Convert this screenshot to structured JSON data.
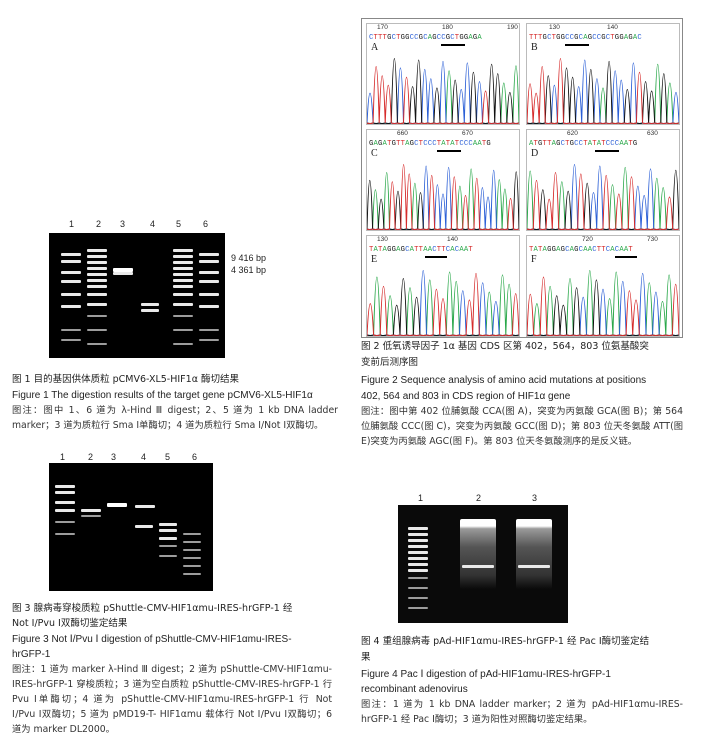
{
  "fig1": {
    "lanes": [
      "1",
      "2",
      "3",
      "4",
      "5",
      "6"
    ],
    "markers": [
      "9 416 bp",
      "4 361 bp"
    ],
    "caption_zh": "图 1   目的基因供体质粒 pCMV6-XL5-HIF1α 酶切结果",
    "caption_en": "Figure 1    The digestion results of the target gene pCMV6-XL5-HIF1α",
    "note": "图注：图中 1、6 道为 λ-Hind Ⅲ digest；2、5 道为 1 kb DNA ladder marker；3 道为质粒行 Sma Ⅰ单酶切；4 道为质粒行 Sma Ⅰ/Not Ⅰ双酶切。"
  },
  "fig2": {
    "panels": [
      {
        "label": "A",
        "nums": [
          "170",
          "180",
          "190"
        ],
        "seq": "CTTTGCTGGCCGCAGCCGCTGGAGA"
      },
      {
        "label": "B",
        "nums": [
          "130",
          "140"
        ],
        "seq": "TTTGCTGGCCGCAGCCGCTGGAGAC"
      },
      {
        "label": "C",
        "nums": [
          "660",
          "670"
        ],
        "seq": "GAGATGTTAGCTCCCTATATCCCAATG"
      },
      {
        "label": "D",
        "nums": [
          "620",
          "630"
        ],
        "seq": "ATGTTAGCTGCCTATATCCCAATG"
      },
      {
        "label": "E",
        "nums": [
          "130",
          "140"
        ],
        "seq": "TATAGGAGCATTAACTTCACAAT"
      },
      {
        "label": "F",
        "nums": [
          "720",
          "730"
        ],
        "seq": "TATAGGAGCAGCAACTTCACAAT"
      }
    ],
    "caption_zh_1": "图 2   低氧诱导因子 1α 基因 CDS 区第 402，564，803 位氨基酸突",
    "caption_zh_2": "变前后测序图",
    "caption_en_1": "Figure 2    Sequence analysis of amino acid mutations at positions",
    "caption_en_2": "402, 564 and 803 in CDS region of HIF1α gene",
    "note": "图注：图中第 402 位脯氨酸 CCA(图 A)，突变为丙氨酸 GCA(图 B)；第 564 位脯氨酸 CCC(图 C)，突变为丙氨酸 GCC(图 D)；第 803 位天冬氨酸 ATT(图 E)突变为丙氨酸 AGC(图 F)。第 803 位天冬氨酸测序的是反义链。"
  },
  "fig3": {
    "lanes": [
      "1",
      "2",
      "3",
      "4",
      "5",
      "6"
    ],
    "caption_zh_1": "图 3   腺病毒穿梭质粒 pShuttle-CMV-HIF1αmu-IRES-hrGFP-1 经",
    "caption_zh_2": "Not Ⅰ/Pvu Ⅰ双酶切鉴定结果",
    "caption_en_1": "Figure 3    Not Ⅰ/Pvu Ⅰ digestion of pShuttle-CMV-HIF1αmu-IRES-",
    "caption_en_2": "hrGFP-1",
    "note": "图注：1 道为 marker λ-Hind Ⅲ digest；2 道为 pShuttle-CMV-HIF1αmu-IRES-hrGFP-1 穿梭质粒；3 道为空白质粒 pShuttle-CMV-IRES-hrGFP-1 行 Pvu Ⅰ单酶切；4 道为 pShuttle-CMV-HIF1αmu-IRES-hrGFP-1 行 Not Ⅰ/Pvu Ⅰ双酶切；5 道为 pMD19-T- HIF1αmu 载体行 Not Ⅰ/Pvu Ⅰ双酶切；6 道为 marker DL2000。"
  },
  "fig4": {
    "lanes": [
      "1",
      "2",
      "3"
    ],
    "caption_zh_1": "图 4   重组腺病毒 pAd-HIF1αmu-IRES-hrGFP-1 经 Pac Ⅰ酶切鉴定结",
    "caption_zh_2": "果",
    "caption_en_1": "Figure 4    Pac Ⅰ digestion of pAd-HIF1αmu-IRES-hrGFP-1",
    "caption_en_2": "recombinant adenovirus",
    "note": "图注：1 道为 1 kb DNA ladder marker；2 道为 pAd-HIF1αmu-IRES-hrGFP-1 经 Pac Ⅰ酶切；3 道为阳性对照酶切鉴定结果。"
  },
  "colors": {
    "A": "#2aa84a",
    "C": "#2b5fd6",
    "G": "#111111",
    "T": "#d62b2b"
  }
}
